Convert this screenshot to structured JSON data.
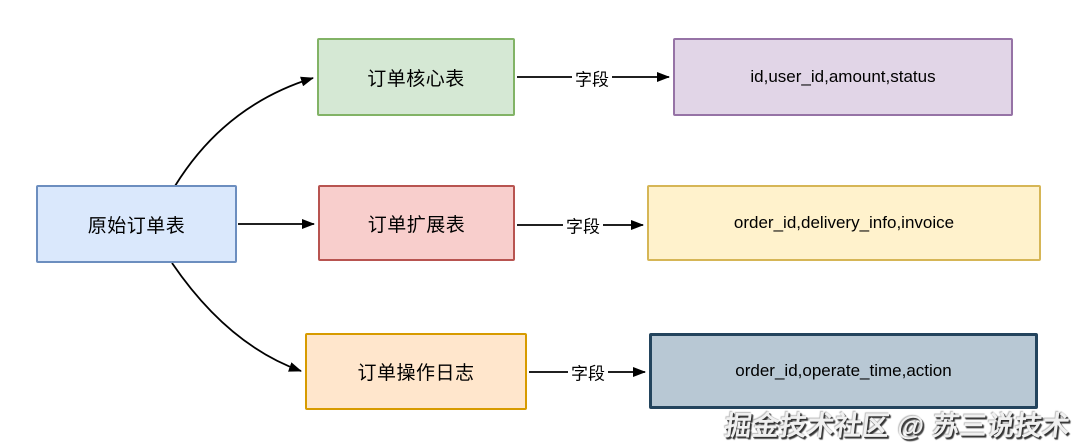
{
  "diagram": {
    "source_node": {
      "label": "原始订单表",
      "fill": "#dae8fc",
      "border": "#6c8ebf"
    },
    "rows": [
      {
        "table": {
          "label": "订单核心表",
          "fill": "#d5e8d4",
          "border": "#82b366"
        },
        "edge_label": "字段",
        "fields": {
          "label": "id,user_id,amount,status",
          "fill": "#e1d5e7",
          "border": "#9673a6"
        }
      },
      {
        "table": {
          "label": "订单扩展表",
          "fill": "#f8cecc",
          "border": "#b85450"
        },
        "edge_label": "字段",
        "fields": {
          "label": "order_id,delivery_info,invoice",
          "fill": "#fff2cc",
          "border": "#d6b656"
        }
      },
      {
        "table": {
          "label": "订单操作日志",
          "fill": "#ffe6cc",
          "border": "#d79b00"
        },
        "edge_label": "字段",
        "fields": {
          "label": "order_id,operate_time,action",
          "fill": "#b8c8d4",
          "border": "#23445d"
        }
      }
    ],
    "watermark": "掘金技术社区 @ 苏三说技术",
    "arrow_color": "#000000",
    "background": "#ffffff"
  }
}
